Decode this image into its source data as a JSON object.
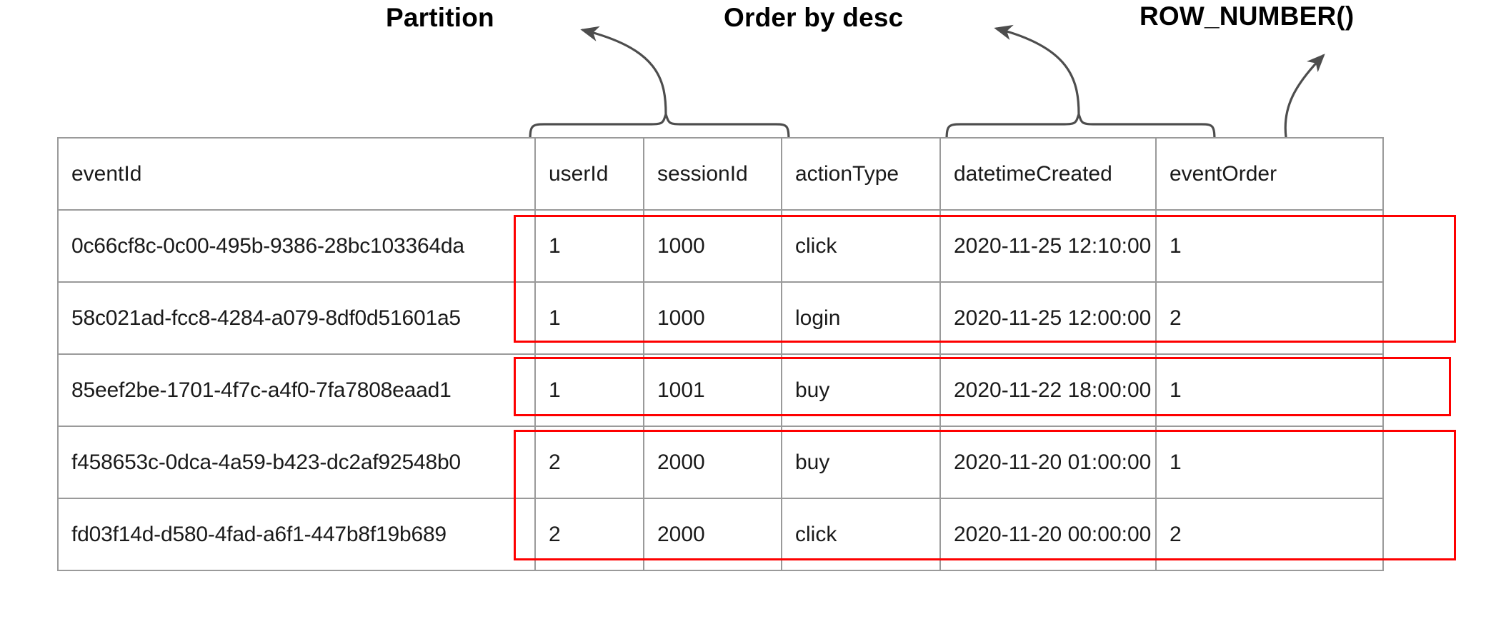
{
  "annotations": {
    "partition": "Partition",
    "order_by": "Order by desc",
    "row_number": "ROW_NUMBER()"
  },
  "table": {
    "columns": [
      {
        "key": "eventId",
        "label": "eventId"
      },
      {
        "key": "userId",
        "label": "userId"
      },
      {
        "key": "sessionId",
        "label": "sessionId"
      },
      {
        "key": "actionType",
        "label": "actionType"
      },
      {
        "key": "datetimeCreated",
        "label": "datetimeCreated"
      },
      {
        "key": "eventOrder",
        "label": "eventOrder"
      }
    ],
    "rows": [
      {
        "eventId": "0c66cf8c-0c00-495b-9386-28bc103364da",
        "userId": "1",
        "sessionId": "1000",
        "actionType": "click",
        "datetimeCreated": "2020-11-25 12:10:00",
        "eventOrder": "1"
      },
      {
        "eventId": "58c021ad-fcc8-4284-a079-8df0d51601a5",
        "userId": "1",
        "sessionId": "1000",
        "actionType": "login",
        "datetimeCreated": "2020-11-25 12:00:00",
        "eventOrder": "2"
      },
      {
        "eventId": "85eef2be-1701-4f7c-a4f0-7fa7808eaad1",
        "userId": "1",
        "sessionId": "1001",
        "actionType": "buy",
        "datetimeCreated": "2020-11-22 18:00:00",
        "eventOrder": "1"
      },
      {
        "eventId": "f458653c-0dca-4a59-b423-dc2af92548b0",
        "userId": "2",
        "sessionId": "2000",
        "actionType": "buy",
        "datetimeCreated": "2020-11-20 01:00:00",
        "eventOrder": "1"
      },
      {
        "eventId": "fd03f14d-d580-4fad-a6f1-447b8f19b689",
        "userId": "2",
        "sessionId": "2000",
        "actionType": "click",
        "datetimeCreated": "2020-11-20 00:00:00",
        "eventOrder": "2"
      }
    ]
  },
  "highlight_groups": [
    {
      "name": "partition-group-user1-session1000",
      "rows": [
        0,
        1
      ]
    },
    {
      "name": "partition-group-user1-session1001",
      "rows": [
        2
      ]
    },
    {
      "name": "partition-group-user2-session2000",
      "rows": [
        3,
        4
      ]
    }
  ],
  "colors": {
    "highlight": "#fe0000",
    "grid_line": "#9a9a9a",
    "text": "#1a1a1a",
    "annotation_stroke": "#4d4d4d",
    "sort_arrow_dark": "#3c3c3c",
    "sort_arrow_black": "#000000"
  }
}
